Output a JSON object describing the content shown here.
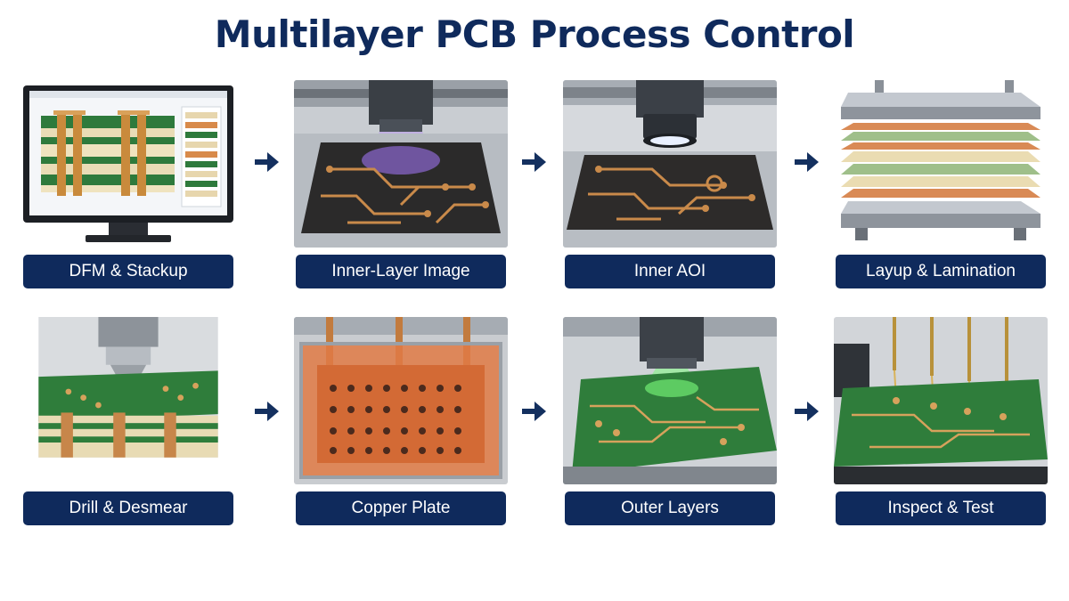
{
  "title": "Multilayer PCB Process Control",
  "colors": {
    "title": "#0f2a5c",
    "label_bg": "#0f2a5c",
    "label_text": "#ffffff",
    "arrow": "#14305f"
  },
  "steps": [
    {
      "label": "DFM & Stackup",
      "icon": "monitor-stackup-icon"
    },
    {
      "label": "Inner-Layer Image",
      "icon": "uv-exposure-icon"
    },
    {
      "label": "Inner AOI",
      "icon": "aoi-camera-icon"
    },
    {
      "label": "Layup & Lamination",
      "icon": "lamination-press-icon"
    },
    {
      "label": "Drill & Desmear",
      "icon": "drill-icon"
    },
    {
      "label": "Copper Plate",
      "icon": "plating-tank-icon"
    },
    {
      "label": "Outer Layers",
      "icon": "outer-layer-imaging-icon"
    },
    {
      "label": "Inspect & Test",
      "icon": "flying-probe-icon"
    }
  ],
  "arrow_icon": "arrow-right-icon"
}
